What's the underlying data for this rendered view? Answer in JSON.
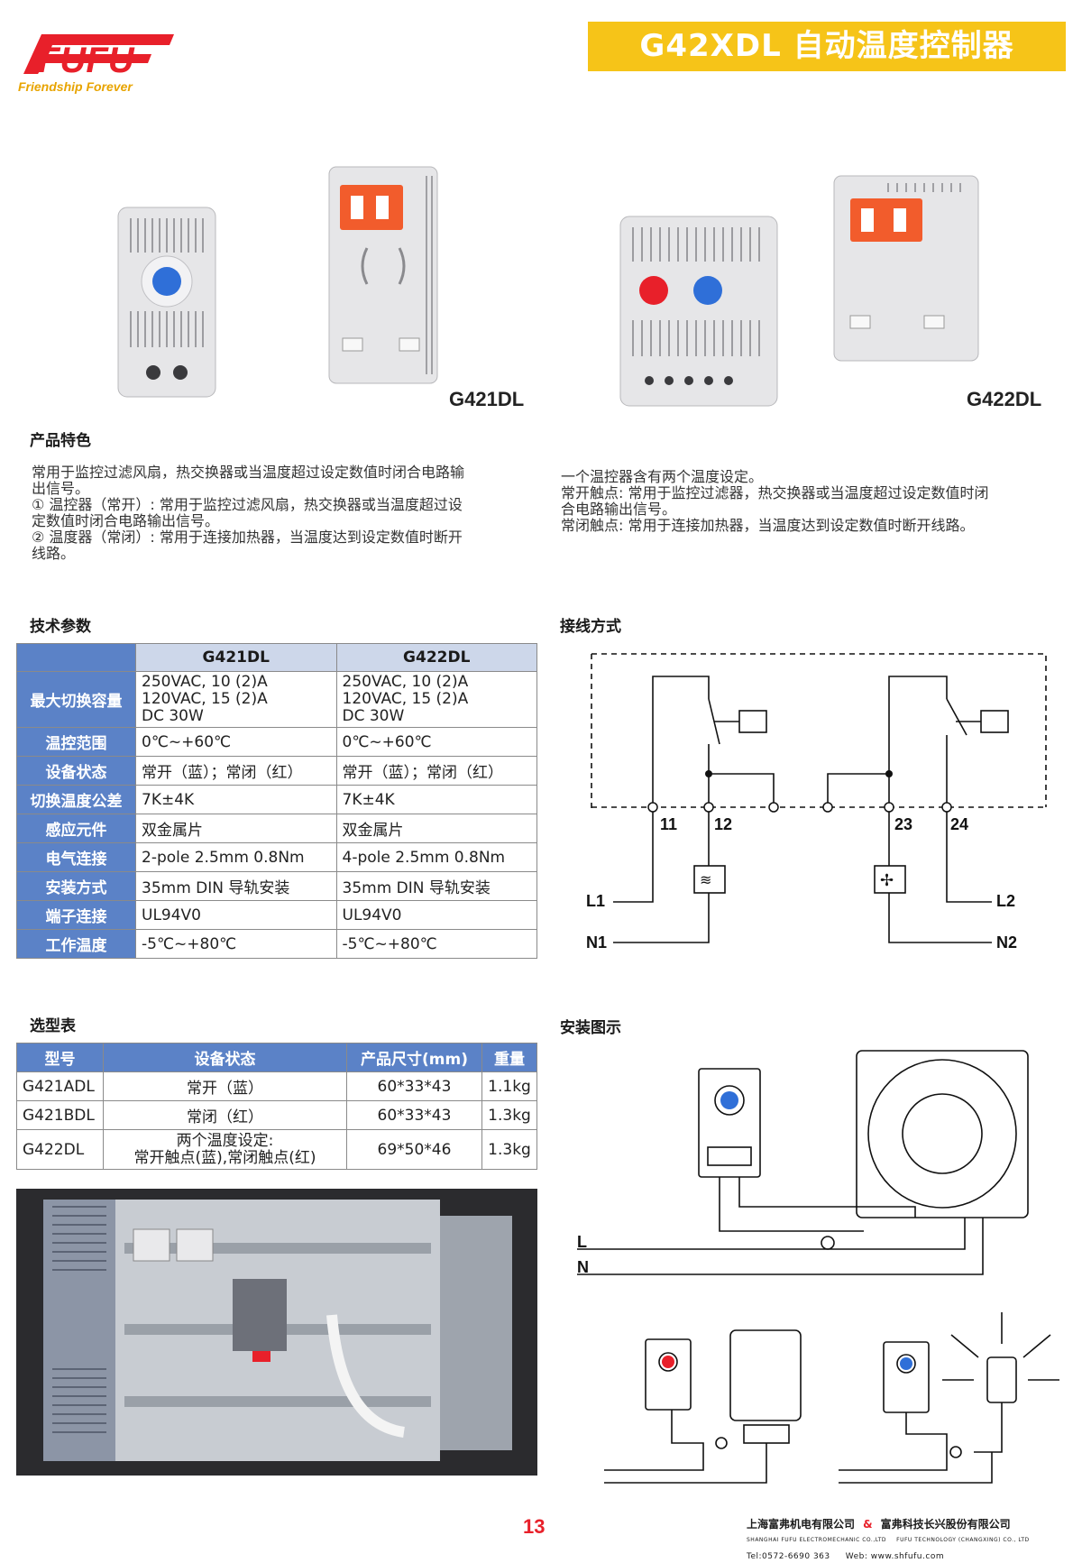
{
  "header": {
    "brand": "FUFU",
    "tagline": "Friendship Forever",
    "title": "G42XDL  自动温度控制器"
  },
  "products": [
    {
      "model": "G421DL"
    },
    {
      "model": "G422DL"
    }
  ],
  "features": {
    "title": "产品特色",
    "left_lines": [
      "常用于监控过滤风扇，热交换器或当温度超过设定数值时闭合电路输",
      "出信号。",
      "① 温控器（常开）: 常用于监控过滤风扇，热交换器或当温度超过设",
      "定数值时闭合电路输出信号。",
      "② 温度器（常闭）: 常用于连接加热器，当温度达到设定数值时断开",
      "线路。"
    ],
    "right_lines": [
      "一个温控器含有两个温度设定。",
      "常开触点: 常用于监控过滤器，热交换器或当温度超过设定数值时闭",
      "合电路输出信号。",
      "常闭触点: 常用于连接加热器，当温度达到设定数值时断开线路。"
    ]
  },
  "specs": {
    "title": "技术参数",
    "columns": [
      "G421DL",
      "G422DL"
    ],
    "rows": [
      {
        "label": "最大切换容量",
        "g421": "250VAC, 10 (2)A\n120VAC, 15 (2)A\nDC 30W",
        "g422": "250VAC, 10 (2)A\n120VAC, 15 (2)A\nDC 30W"
      },
      {
        "label": "温控范围",
        "g421": "0℃~+60℃",
        "g422": "0℃~+60℃"
      },
      {
        "label": "设备状态",
        "g421": "常开（蓝）；常闭（红）",
        "g422": "常开（蓝）；常闭（红）"
      },
      {
        "label": "切换温度公差",
        "g421": "7K±4K",
        "g422": "7K±4K"
      },
      {
        "label": "感应元件",
        "g421": "双金属片",
        "g422": "双金属片"
      },
      {
        "label": "电气连接",
        "g421": "2-pole 2.5mm  0.8Nm",
        "g422": "4-pole 2.5mm  0.8Nm"
      },
      {
        "label": "安装方式",
        "g421": "35mm  DIN 导轨安装",
        "g422": "35mm  DIN 导轨安装"
      },
      {
        "label": "端子连接",
        "g421": "UL94V0",
        "g422": "UL94V0"
      },
      {
        "label": "工作温度",
        "g421": "-5℃~+80℃",
        "g422": "-5℃~+80℃"
      }
    ]
  },
  "wiring": {
    "title": "接线方式",
    "terminals": [
      "11",
      "12",
      "23",
      "24"
    ],
    "lines": [
      "L1",
      "N1",
      "L2",
      "N2"
    ]
  },
  "selection": {
    "title": "选型表",
    "headers": [
      "型号",
      "设备状态",
      "产品尺寸(mm)",
      "重量"
    ],
    "rows": [
      {
        "model": "G421ADL",
        "state": "常开（蓝）",
        "size": "60*33*43",
        "weight": "1.1kg"
      },
      {
        "model": "G421BDL",
        "state": "常闭（红）",
        "size": "60*33*43",
        "weight": "1.3kg"
      },
      {
        "model": "G422DL",
        "state": "两个温度设定:\n常开触点(蓝),常闭触点(红)",
        "size": "69*50*46",
        "weight": "1.3kg"
      }
    ]
  },
  "install": {
    "title": "安装图示",
    "line_L": "L",
    "line_N": "N"
  },
  "footer": {
    "page": "13",
    "company1": "上海富弗机电有限公司",
    "amp": "&",
    "company2": "富弗科技长兴股份有限公司",
    "company1_en": "SHANGHAI FUFU ELECTROMECHANIC CO.,LTD",
    "company2_en": "FUFU  TECHNOLOGY  (CHANGXING)  CO., LTD",
    "tel": "Tel:0572-6690 363",
    "web": "Web: www.shfufu.com"
  },
  "colors": {
    "title_bar": "#f6c418",
    "table_head": "#5b82c7",
    "table_sub": "#cdd7ea",
    "brand_red": "#e8202a"
  }
}
